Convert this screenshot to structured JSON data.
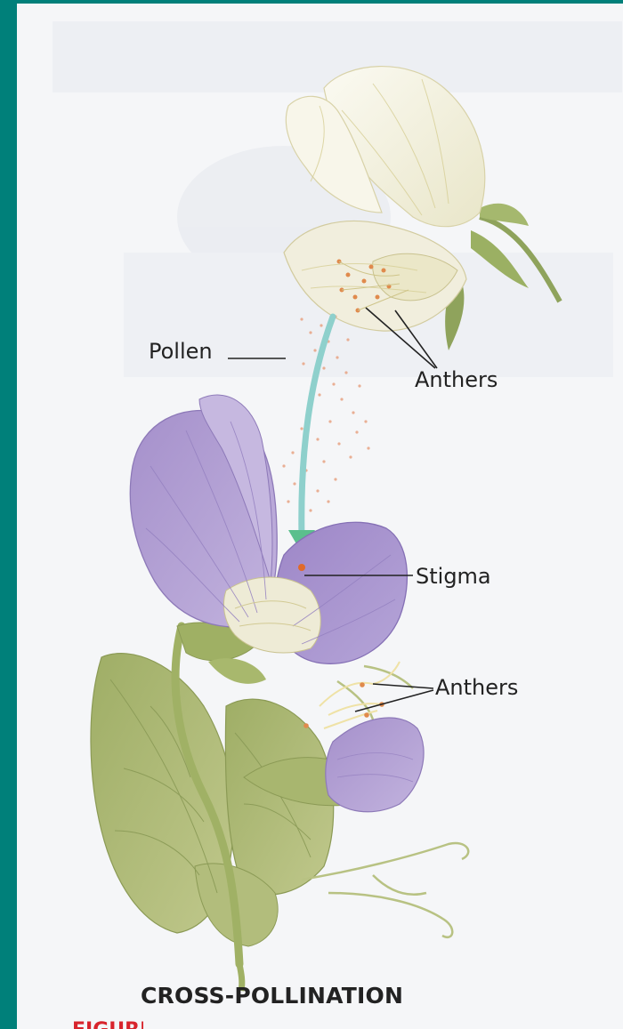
{
  "diagram": {
    "caption": "CROSS-POLLINATION",
    "labels": {
      "pollen": "Pollen",
      "anthers_top": "Anthers",
      "stigma": "Stigma",
      "anthers_bottom": "Anthers"
    },
    "figure_fragment": "FIGURE"
  },
  "colors": {
    "frame": "#00807a",
    "page": "#f5f6f8",
    "white_petal": "#f4f1e2",
    "purple_petal": "#a892cc",
    "leaf": "#a8b56f",
    "arrow": "#8ed0cc",
    "pollen": "#e8a383",
    "caption_red": "#d8242c"
  }
}
